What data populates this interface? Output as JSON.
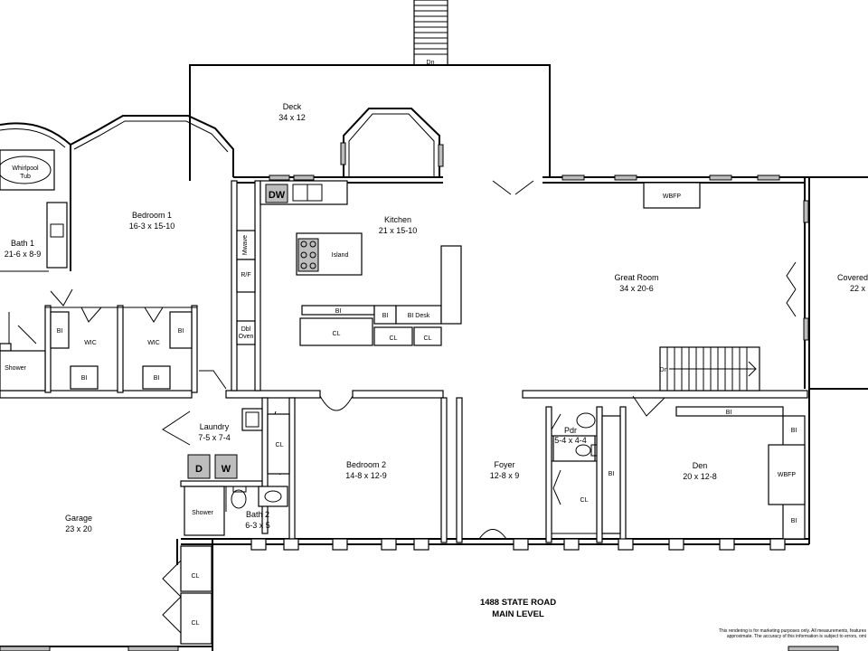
{
  "rooms": {
    "deck": {
      "name": "Deck",
      "dims": "34 x 12"
    },
    "kitchen": {
      "name": "Kitchen",
      "dims": "21 x 15-10"
    },
    "bedroom1": {
      "name": "Bedroom 1",
      "dims": "16-3 x 15-10"
    },
    "bath1": {
      "name": "Bath 1",
      "dims": "21-6 x 8-9"
    },
    "great_room": {
      "name": "Great Room",
      "dims": "34 x 20-6"
    },
    "covered": {
      "name": "Covered",
      "dims": "22 x"
    },
    "laundry": {
      "name": "Laundry",
      "dims": "7-5 x 7-4"
    },
    "bedroom2": {
      "name": "Bedroom 2",
      "dims": "14-8 x 12-9"
    },
    "foyer": {
      "name": "Foyer",
      "dims": "12-8 x 9"
    },
    "pdr": {
      "name": "Pdr",
      "dims": "5-4 x 4-4"
    },
    "den": {
      "name": "Den",
      "dims": "20 x 12-8"
    },
    "garage": {
      "name": "Garage",
      "dims": "23 x 20"
    },
    "bath2": {
      "name": "Bath 2",
      "dims": "6-3 x 5"
    }
  },
  "fixtures": {
    "whirlpool": "Whirlpool Tub",
    "whirlpool_l1": "Whirlpool",
    "whirlpool_l2": "Tub",
    "island": "Island",
    "dw_kitchen": "DW",
    "mwave": "Mwave",
    "rf": "R/F",
    "dbl_oven_l1": "Dbl",
    "dbl_oven_l2": "Oven",
    "bi": "BI",
    "bi_desk": "BI Desk",
    "cl": "CL",
    "wic": "WIC",
    "shower": "Shower",
    "wbfp": "WBFP",
    "dn": "Dn",
    "washer_d": "D",
    "washer_w": "W"
  },
  "title": {
    "line1": "1488 STATE ROAD",
    "line2": "MAIN LEVEL"
  },
  "disclaimer": {
    "line1": "This rendering is for marketing purposes only. All measurements, features",
    "line2": "approximate. The accuracy of this information is subject to errors, omi"
  }
}
